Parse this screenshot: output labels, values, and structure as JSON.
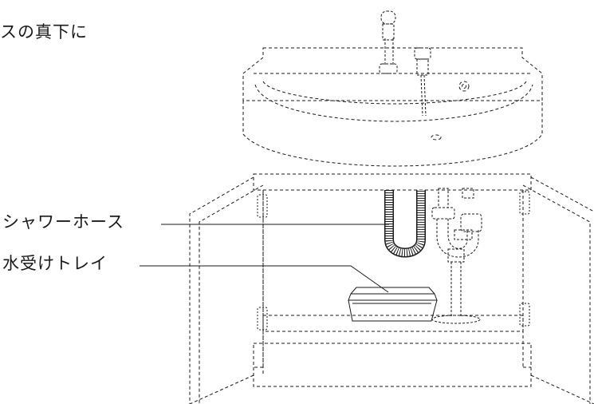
{
  "header_text": "スの真下に",
  "callouts": {
    "shower_hose": "シャワーホース",
    "water_tray": "水受けトレイ"
  },
  "colors": {
    "line": "#1a1a1a",
    "background": "#ffffff"
  }
}
